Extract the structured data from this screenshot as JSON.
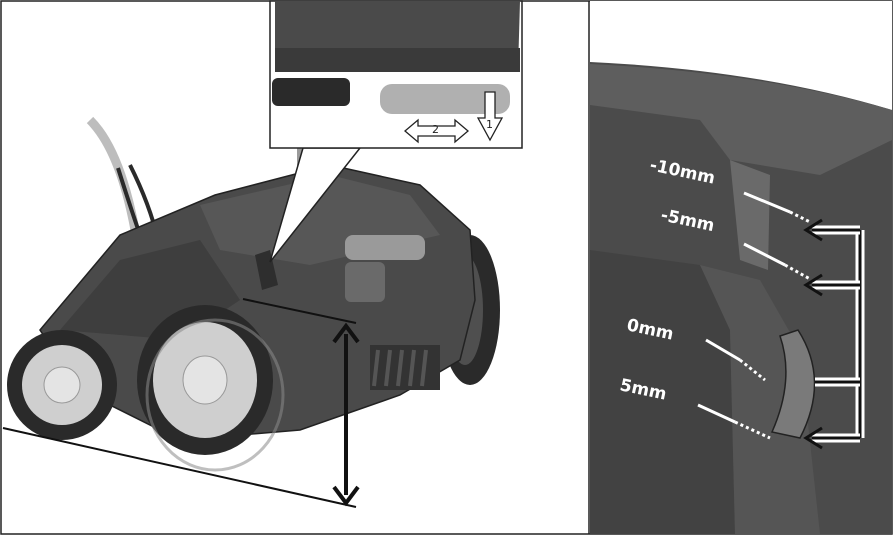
{
  "inset_labels": {
    "arrow_1": "1",
    "arrow_2": "2"
  },
  "depth_settings": [
    {
      "label": "-10mm"
    },
    {
      "label": "-5mm"
    },
    {
      "label": "0mm"
    },
    {
      "label": "5mm"
    }
  ],
  "colors": {
    "machine_body": "#4a4a4a",
    "wheel_tire": "#2a2a2a",
    "wheel_rim": "#c9c9c9",
    "label_text": "#ffffff"
  }
}
